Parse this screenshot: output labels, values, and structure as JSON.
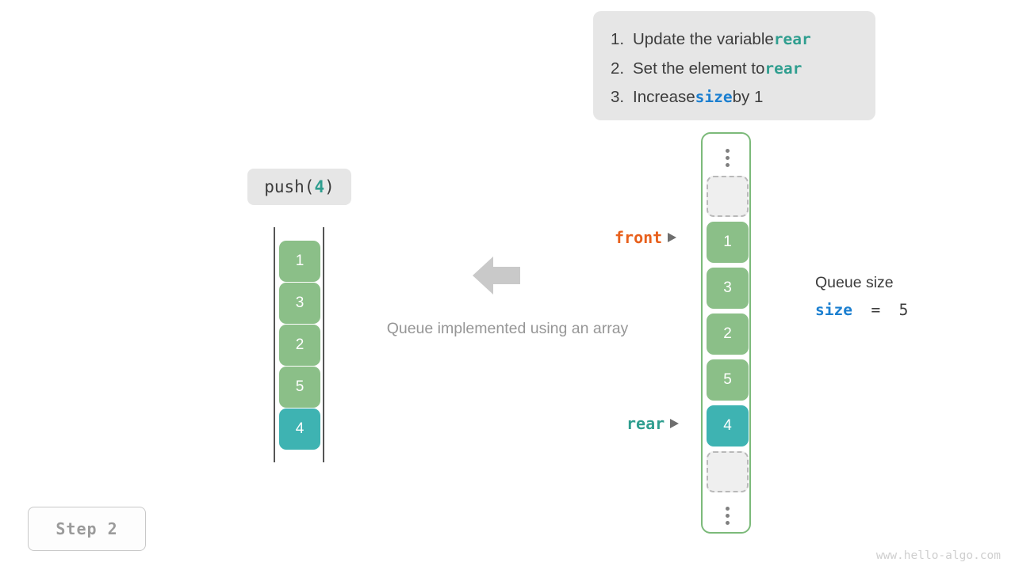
{
  "instructions": {
    "items": [
      {
        "num": "1.",
        "pre": "Update the variable ",
        "code": "rear",
        "code_style": "teal",
        "post": ""
      },
      {
        "num": "2.",
        "pre": "Set the element to ",
        "code": "rear",
        "code_style": "teal",
        "post": ""
      },
      {
        "num": "3.",
        "pre": "Increase ",
        "code": "size",
        "code_style": "blue",
        "post": " by 1"
      }
    ]
  },
  "operation": {
    "name": "push(",
    "arg": "4",
    "close": ")"
  },
  "left_array": {
    "cells": [
      {
        "value": "1",
        "style": "green"
      },
      {
        "value": "3",
        "style": "green"
      },
      {
        "value": "2",
        "style": "green"
      },
      {
        "value": "5",
        "style": "green"
      },
      {
        "value": "4",
        "style": "teal"
      }
    ]
  },
  "caption": "Queue implemented using an array",
  "center_arrow_icon": "arrow-left-icon",
  "right_array": {
    "top_ellipsis": "vertical-ellipsis-icon",
    "bottom_ellipsis": "vertical-ellipsis-icon",
    "slots": [
      {
        "value": "",
        "style": "empty"
      },
      {
        "value": "1",
        "style": "green"
      },
      {
        "value": "3",
        "style": "green"
      },
      {
        "value": "2",
        "style": "green"
      },
      {
        "value": "5",
        "style": "green"
      },
      {
        "value": "4",
        "style": "teal"
      },
      {
        "value": "",
        "style": "empty"
      }
    ]
  },
  "pointers": {
    "front": "front",
    "rear": "rear"
  },
  "queue_size": {
    "title": "Queue size",
    "var": "size",
    "equals": "  =  ",
    "value": "5"
  },
  "step_badge": "Step 2",
  "watermark": "www.hello-algo.com",
  "colors": {
    "green": "#8bbf88",
    "teal": "#3eb3b2",
    "front_orange": "#e8601c",
    "rear_teal": "#2f9e8f",
    "size_blue": "#1b7fd0",
    "frame_green": "#7cba7a",
    "panel_gray": "#e6e6e6"
  }
}
